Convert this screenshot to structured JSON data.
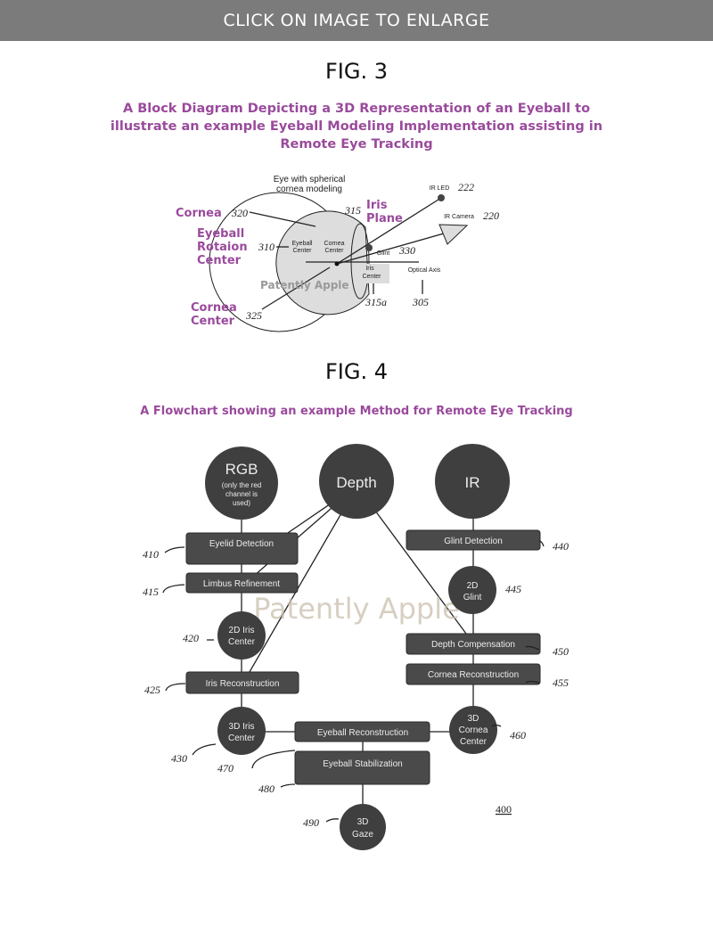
{
  "banner": "CLICK ON IMAGE TO ENLARGE",
  "fig3": {
    "title": "FIG. 3",
    "caption": "A Block Diagram Depicting a 3D Representation of an Eyeball to illustrate an example Eyeball Modeling Implementation assisting in Remote Eye Tracking",
    "heading1": "Eye with spherical",
    "heading2": "cornea modeling",
    "labels": {
      "cornea": "Cornea",
      "eyeball1": "Eyeball",
      "eyeball2": "Rotaion",
      "eyeball3": "Center",
      "iris1": "Iris",
      "iris2": "Plane",
      "cc1": "Cornea",
      "cc2": "Center"
    },
    "refs": {
      "r320": "320",
      "r310": "310",
      "r315": "315",
      "r325": "325",
      "r315a": "315a",
      "r305": "305",
      "r330": "330",
      "r222": "222",
      "r220": "220"
    },
    "inner": {
      "eyeball_center1": "Eyeball",
      "eyeball_center2": "Center",
      "cornea_center1": "Cornea",
      "cornea_center2": "Center",
      "iris_center1": "Iris",
      "iris_center2": "Center",
      "glint": "Glint",
      "optical_axis": "Optical Axis",
      "ir_led": "IR LED",
      "ir_camera": "IR Camera"
    },
    "watermark": "Patently Apple"
  },
  "fig4": {
    "title": "FIG. 4",
    "caption": "A Flowchart showing an example Method for Remote Eye Tracking",
    "rgb": "RGB",
    "rgb_sub1": "(only the red",
    "rgb_sub2": "channel is",
    "rgb_sub3": "used)",
    "depth": "Depth",
    "ir": "IR",
    "eyelid": "Eyelid Detection",
    "limbus": "Limbus Refinement",
    "iris2d1": "2D Iris",
    "iris2d2": "Center",
    "irisrec": "Iris Reconstruction",
    "iris3d1": "3D Iris",
    "iris3d2": "Center",
    "eyeballrec": "Eyeball Reconstruction",
    "eyeballstab": "Eyeball Stabilization",
    "gaze1": "3D",
    "gaze2": "Gaze",
    "glintdet": "Glint Detection",
    "glint2d1": "2D",
    "glint2d2": "Glint",
    "depthcomp": "Depth Compensation",
    "cornearec": "Cornea Reconstruction",
    "cornea3d1": "3D",
    "cornea3d2": "Cornea",
    "cornea3d3": "Center",
    "refs": {
      "r410": "410",
      "r415": "415",
      "r420": "420",
      "r425": "425",
      "r430": "430",
      "r470": "470",
      "r480": "480",
      "r490": "490",
      "r440": "440",
      "r445": "445",
      "r450": "450",
      "r455": "455",
      "r460": "460",
      "r400": "400"
    },
    "watermark": "Patently Apple"
  }
}
